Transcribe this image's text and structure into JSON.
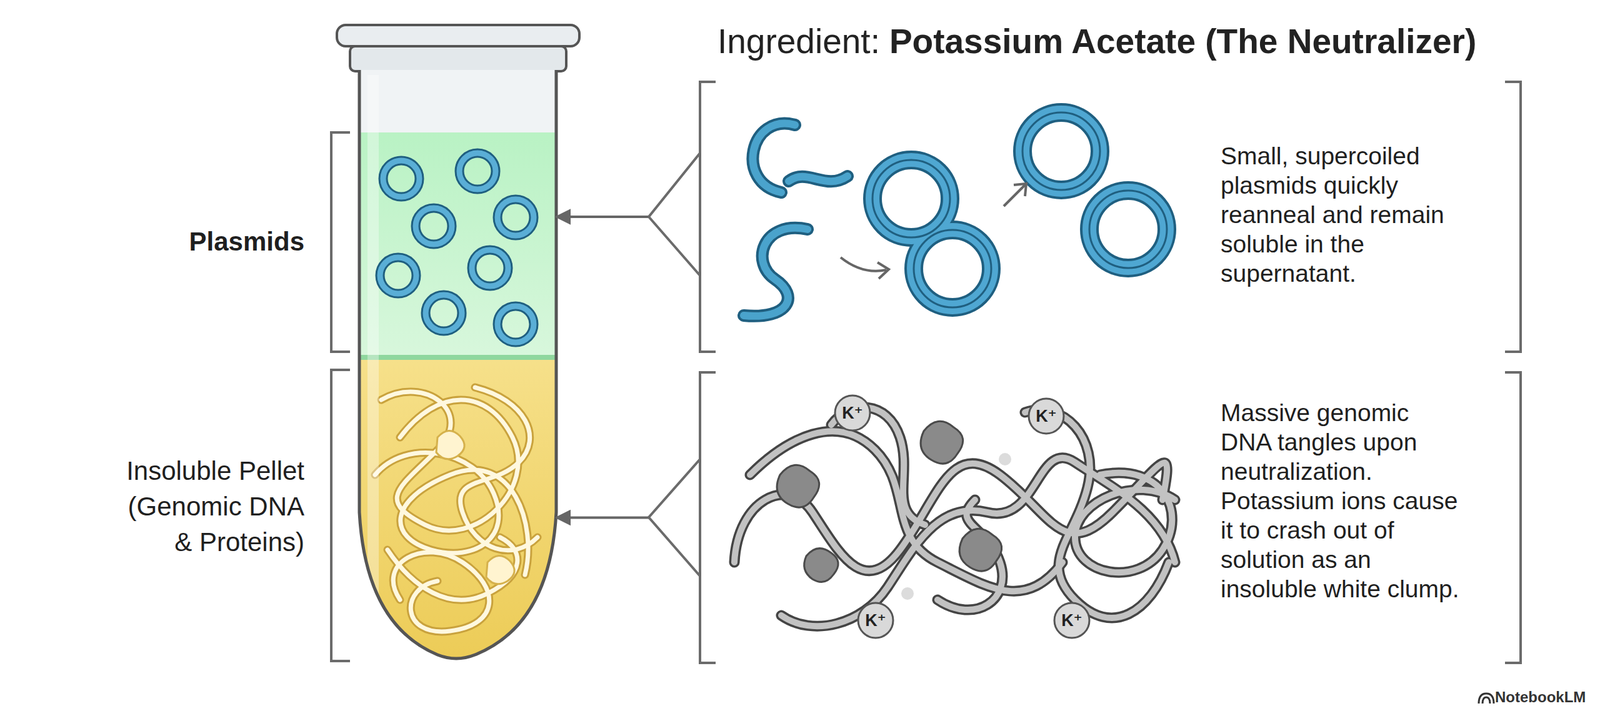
{
  "diagram": {
    "title": "Potassium Acetate (The Neutralizer)",
    "nodes": [
      {
        "text": [
          "Plasmids"
        ]
      },
      {
        "text": [
          "Insoluble Pellet",
          "(Genomic DNA & Proteins)"
        ]
      },
      {
        "text": [
          "Small, supercoiled plasmids quickly reanneal and remain soluble in the supernatant."
        ]
      },
      {
        "text": [
          "Massive genomic DNA tangles upon neutralization. Potassium ions cause it to crash out of solution as an insoluble white clump."
        ]
      }
    ],
    "edges": [
      {
        "from": 2,
        "to": 0,
        "arrow": "to"
      },
      {
        "from": 3,
        "to": 1,
        "arrow": "to"
      }
    ],
    "labels": [
      "Ingredient:",
      "K⁺",
      "K⁺",
      "K⁺",
      "K⁺",
      "NotebookLM"
    ]
  }
}
